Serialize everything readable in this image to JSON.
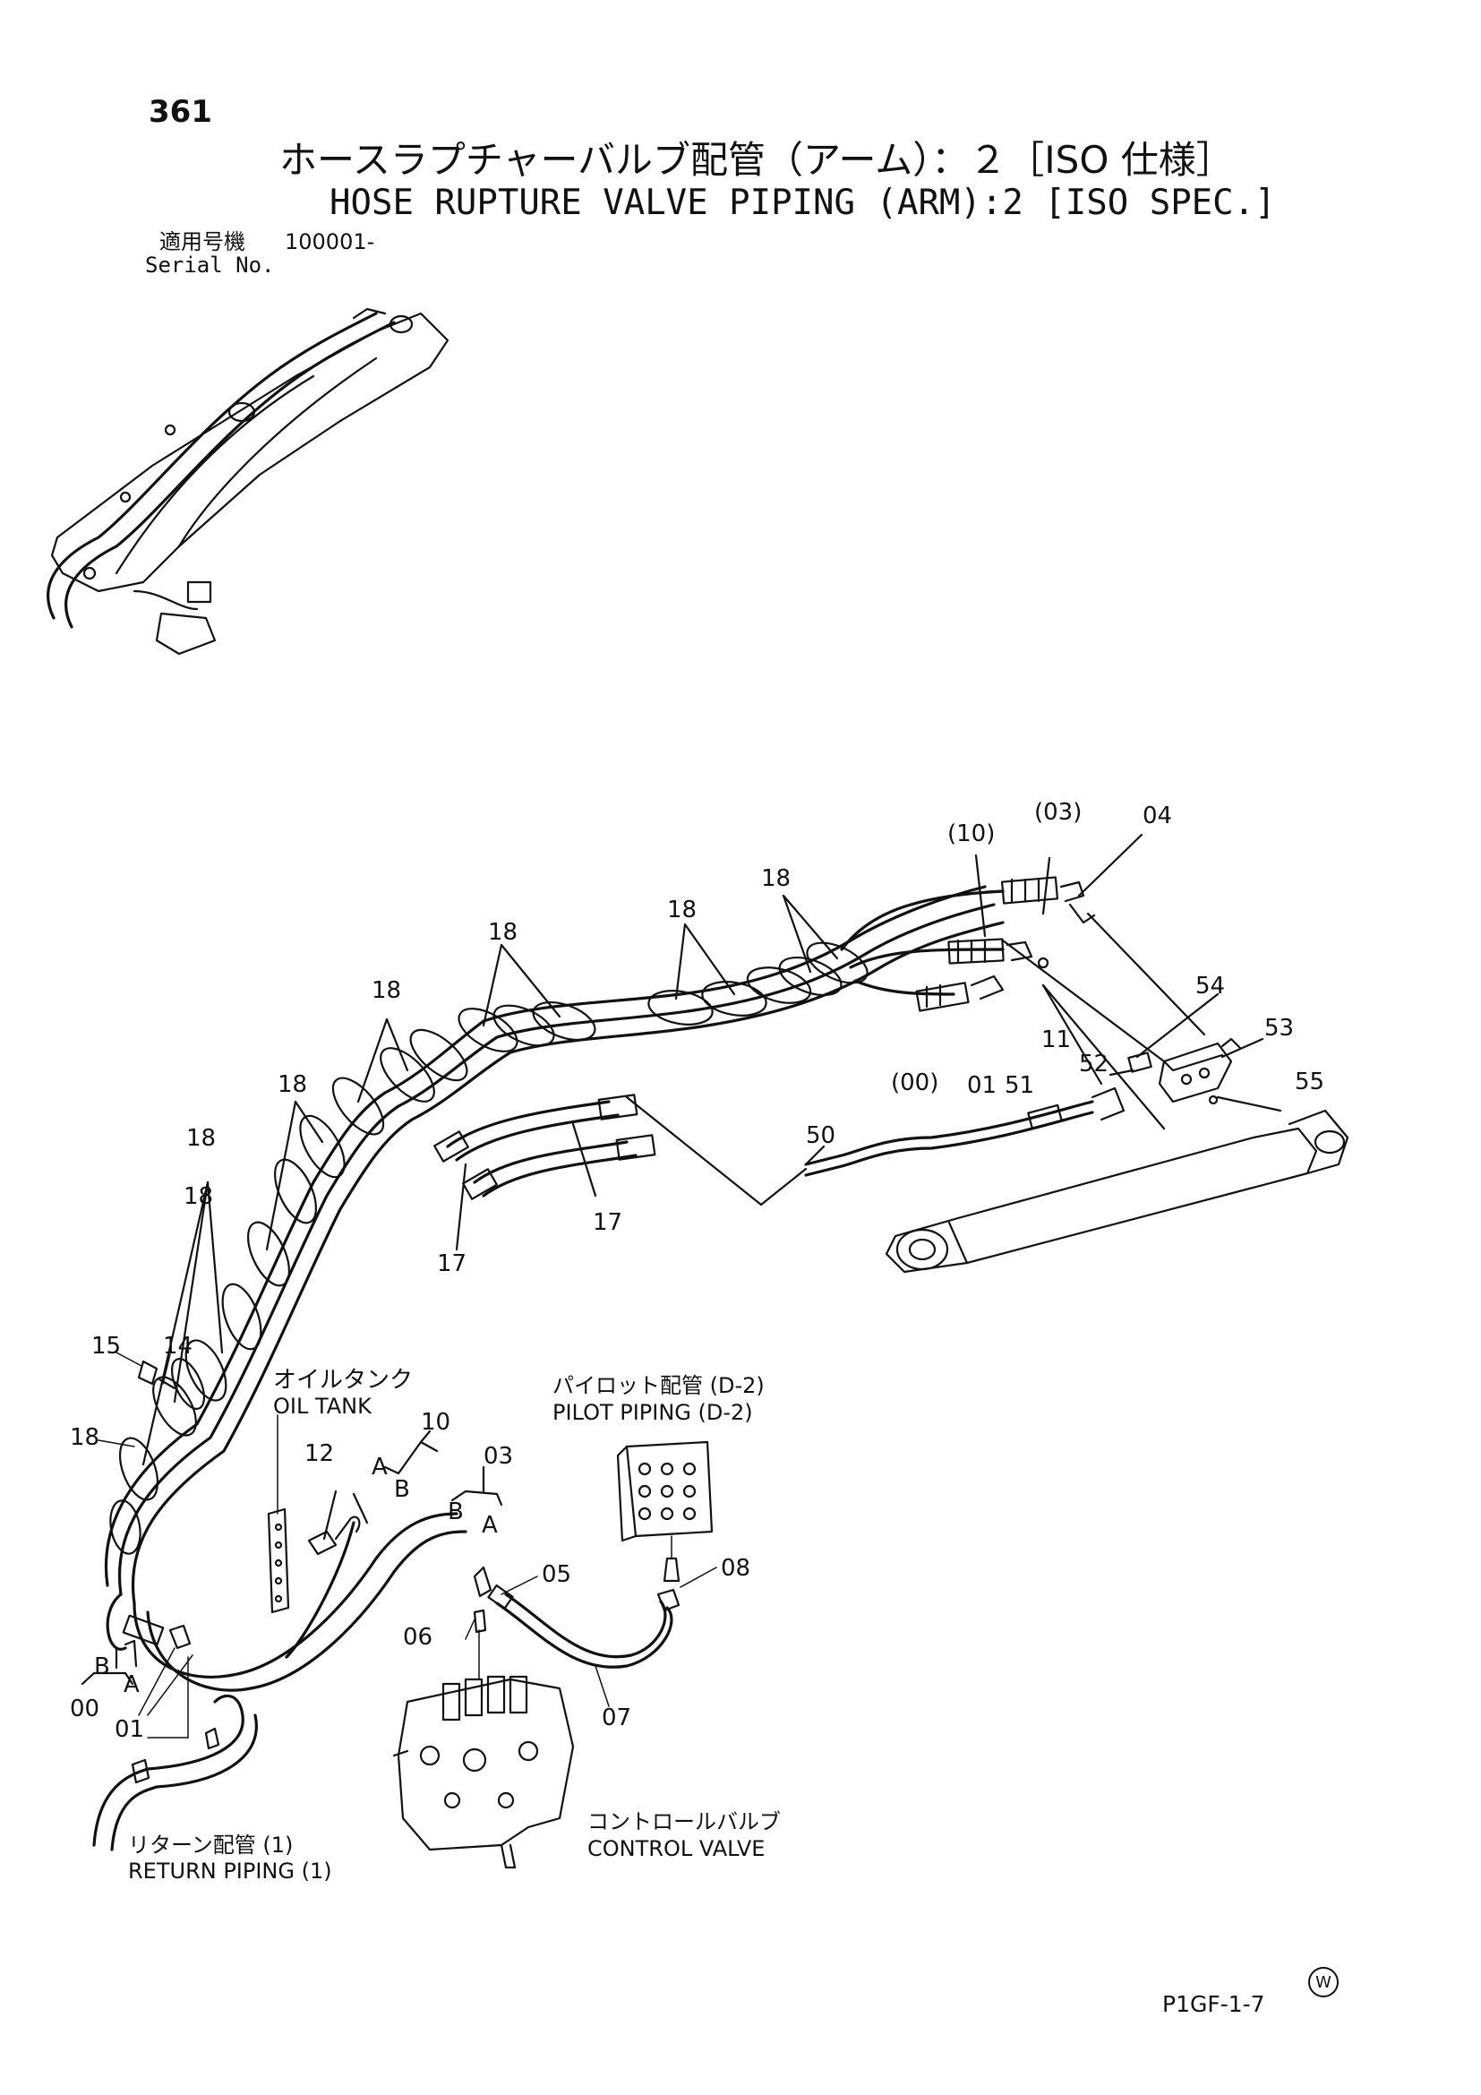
{
  "header": {
    "page_number": "361",
    "title_jp": "ホースラプチャーバルブ配管（アーム）：２［ISO 仕様］",
    "title_en": "HOSE RUPTURE VALVE PIPING (ARM):2 [ISO SPEC.]",
    "serial_label_jp": "適用号機",
    "serial_value": "100001-",
    "serial_label_en": "Serial No."
  },
  "callouts": {
    "c03_top": "(03)",
    "c04": "04",
    "c10_top": "(10)",
    "c18_a": "18",
    "c18_b": "18",
    "c18_c": "18",
    "c18_d": "18",
    "c18_e": "18",
    "c18_f": "18",
    "c18_g": "18",
    "c54": "54",
    "c11": "11",
    "c53": "53",
    "c52": "52",
    "c55": "55",
    "c00_top": "(00)",
    "c01_top": "01",
    "c51": "51",
    "c50": "50",
    "c17_a": "17",
    "c17_b": "17",
    "c15": "15",
    "c14": "14",
    "c18_side": "18",
    "c12": "12",
    "c10": "10",
    "c03": "03",
    "cA_1": "A",
    "cB_1": "B",
    "cB_2": "B",
    "cA_2": "A",
    "c05": "05",
    "c08": "08",
    "c06": "06",
    "c07": "07",
    "cB_3": "B",
    "cA_3": "A",
    "c00": "00",
    "c01": "01"
  },
  "labels": {
    "oil_tank_jp": "オイルタンク",
    "oil_tank_en": "OIL TANK",
    "pilot_jp": "パイロット配管 (D-2)",
    "pilot_en": "PILOT PIPING (D-2)",
    "return_jp": "リターン配管 (1)",
    "return_en": "RETURN PIPING (1)",
    "control_jp": "コントロールバルブ",
    "control_en": "CONTROL VALVE"
  },
  "footer": {
    "watermark": "W",
    "drawing_code": "P1GF-1-7"
  }
}
